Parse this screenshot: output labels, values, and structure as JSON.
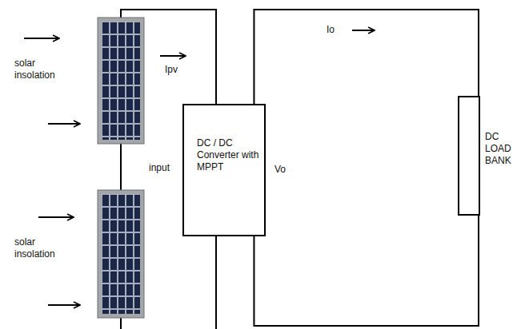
{
  "diagram": {
    "nodes": [
      {
        "text": [
          "DC / DC Converter with MPPT"
        ]
      },
      {
        "text": [
          "DC LOAD BANK"
        ]
      }
    ],
    "edges": [
      {
        "from": 0,
        "to": 1,
        "arrow": "none"
      },
      {
        "from": 0,
        "to": 1,
        "arrow": "none"
      }
    ],
    "labels": [
      "Ipv",
      "Io",
      "solar insolation",
      "input",
      "Vo",
      "solar insolation"
    ]
  }
}
